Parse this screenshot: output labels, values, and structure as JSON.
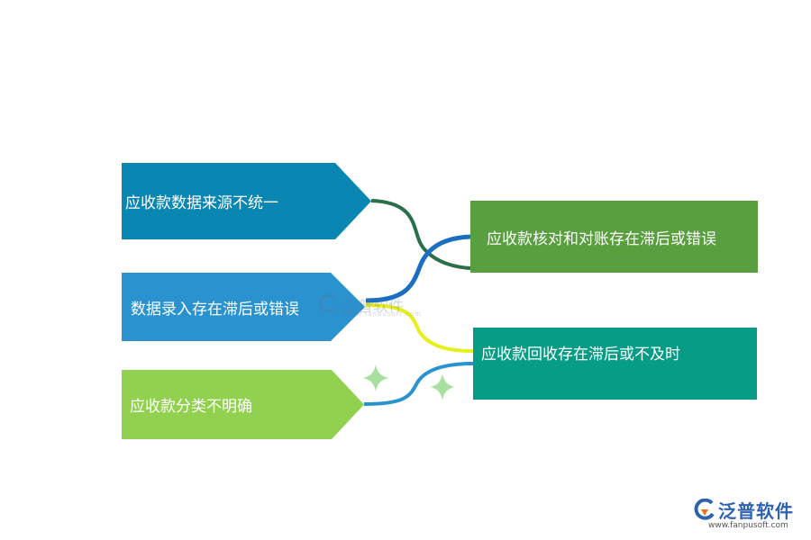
{
  "causes": [
    {
      "label": "应收款数据来源不统一",
      "color": "#0a86b2"
    },
    {
      "label": "数据录入存在滞后或错误",
      "color": "#2a93cf"
    },
    {
      "label": "应收款分类不明确",
      "color": "#92d14f"
    }
  ],
  "effects": [
    {
      "label": "应收款核对和对账存在滞后或错误",
      "color": "#599e3f"
    },
    {
      "label": "应收款回收存在滞后或不及时",
      "color": "#069c86"
    }
  ],
  "connector_colors": [
    "#2a6f4a",
    "#1a6fc2",
    "#e6ef1a",
    "#2a93cf"
  ],
  "sparkle_color": "#a8e0a0",
  "watermark": {
    "name": "泛普软件",
    "url": "www.fanpusoft.com"
  },
  "logo": {
    "name": "泛普软件",
    "url": "www.fanpusoft.com",
    "brand_color": "#2f63b0",
    "accent_color": "#e8731a"
  }
}
